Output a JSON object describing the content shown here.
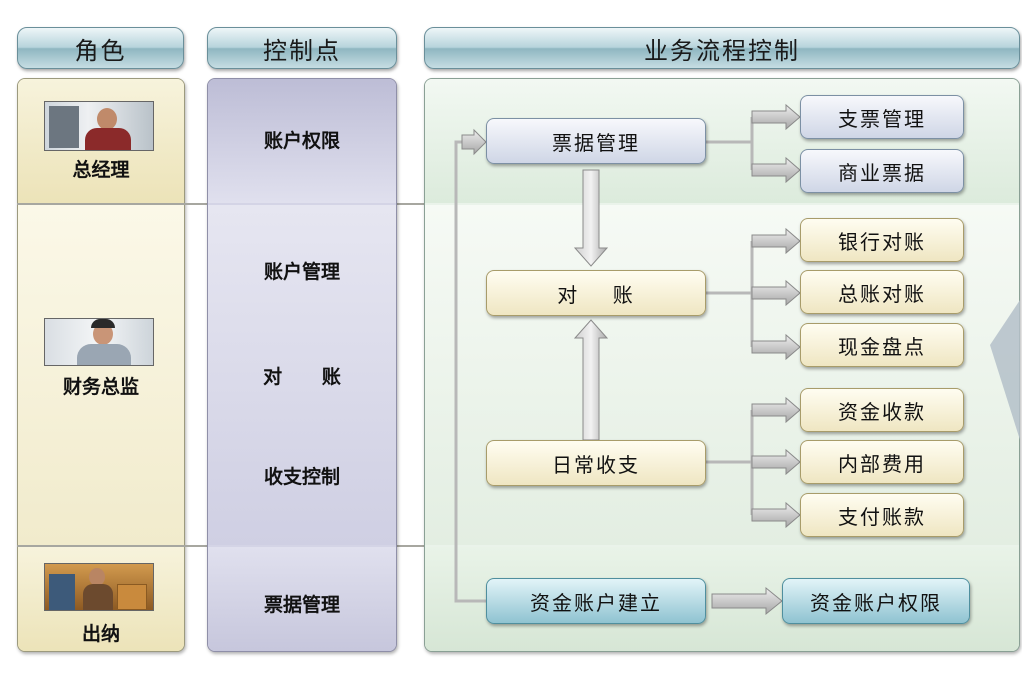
{
  "headers": {
    "role": "角色",
    "control": "控制点",
    "process": "业务流程控制"
  },
  "roles": [
    {
      "label": "总经理",
      "photo": "manager-photo"
    },
    {
      "label": "财务总监",
      "photo": "finance-director-photo"
    },
    {
      "label": "出纳",
      "photo": "cashier-photo"
    }
  ],
  "controls": [
    "账户权限",
    "账户管理",
    "对      账",
    "收支控制",
    "票据管理"
  ],
  "flow": {
    "bill_mgmt": "票据管理",
    "reconcile": "对    账",
    "daily": "日常收支",
    "fund_setup": "资金账户建立",
    "bill_subs": [
      "支票管理",
      "商业票据"
    ],
    "reconcile_subs": [
      "银行对账",
      "总账对账",
      "现金盘点"
    ],
    "daily_subs": [
      "资金收款",
      "内部费用",
      "支付账款"
    ],
    "fund_perm": "资金账户权限"
  },
  "colors": {
    "role_bg": "#f4efcf",
    "control_bg": "#d4d4e6",
    "flow_bg": "#eaf3ea",
    "teal_box": "#8fc3d1"
  }
}
